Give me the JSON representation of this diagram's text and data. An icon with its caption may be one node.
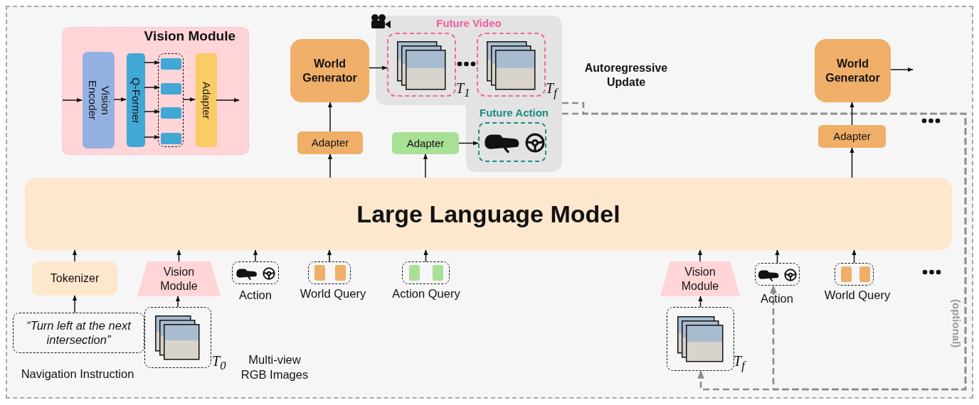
{
  "diagram": {
    "nodes": [
      {
        "text": [
          "Vision Module"
        ]
      },
      {
        "text": [
          "Vision Encoder"
        ],
        "in": 0
      },
      {
        "text": [
          "Q-Former"
        ],
        "in": 0
      },
      {
        "text": [],
        "shape": "box",
        "in": 0
      },
      {
        "text": [],
        "shape": "bar",
        "in": 3
      },
      {
        "text": [],
        "shape": "bar",
        "in": 3
      },
      {
        "text": [],
        "shape": "bar",
        "in": 3
      },
      {
        "text": [],
        "shape": "bar",
        "in": 3
      },
      {
        "text": [
          "Adapter"
        ],
        "in": 0
      },
      {
        "text": [
          "World Generator"
        ]
      },
      {
        "text": [
          "Future Video"
        ]
      },
      {
        "text": [],
        "shape": "picture",
        "in": 10,
        "beside": [
          "T$_{1}$"
        ]
      },
      {
        "text": [],
        "shape": "picture",
        "in": 10,
        "beside": [
          "T$_{f}$"
        ]
      },
      {
        "text": [
          "Future Action"
        ]
      },
      {
        "text": [],
        "shape": "picture",
        "in": 13
      },
      {
        "text": [
          "Adapter"
        ]
      },
      {
        "text": [
          "Adapter"
        ]
      },
      {
        "text": [
          "World Generator"
        ]
      },
      {
        "text": [
          "Adapter"
        ]
      },
      {
        "text": [
          "Large Language Model"
        ]
      },
      {
        "text": [
          "Tokenizer"
        ]
      },
      {
        "text": [
          "Vision Module"
        ]
      },
      {
        "text": [],
        "shape": "picture",
        "beside": [
          "Action"
        ]
      },
      {
        "text": [],
        "shape": "box",
        "beside": [
          "World Query"
        ]
      },
      {
        "text": [],
        "shape": "box",
        "beside": [
          "Action Query"
        ]
      },
      {
        "text": [
          "“Turn left at the next intersection”"
        ],
        "beside": [
          "Navigation Instruction"
        ]
      },
      {
        "text": [],
        "shape": "picture",
        "beside": [
          "T$_{0}$",
          "Multi-view RGB Images"
        ]
      },
      {
        "text": [
          "Vision Module"
        ]
      },
      {
        "text": [],
        "shape": "picture",
        "beside": [
          "Action"
        ]
      },
      {
        "text": [],
        "shape": "box",
        "beside": [
          "World Query"
        ]
      },
      {
        "text": [],
        "shape": "picture",
        "beside": [
          "T$_{f}$"
        ]
      }
    ],
    "edges": [
      {
        "from": null,
        "to": 1,
        "arrow": "to"
      },
      {
        "from": 1,
        "to": 2,
        "arrow": "to"
      },
      {
        "from": 2,
        "to": 4,
        "arrow": "to"
      },
      {
        "from": 2,
        "to": 5,
        "arrow": "to"
      },
      {
        "from": 2,
        "to": 6,
        "arrow": "to"
      },
      {
        "from": 2,
        "to": 7,
        "arrow": "to"
      },
      {
        "from": 3,
        "to": 8,
        "arrow": "to"
      },
      {
        "from": 8,
        "to": null,
        "arrow": "to"
      },
      {
        "from": 9,
        "to": 11,
        "arrow": "to"
      },
      {
        "from": 15,
        "to": 9,
        "arrow": "to"
      },
      {
        "from": 19,
        "to": 15,
        "arrow": "to"
      },
      {
        "from": 16,
        "to": 14,
        "arrow": "to"
      },
      {
        "from": 19,
        "to": 16,
        "arrow": "to"
      },
      {
        "from": 18,
        "to": 17,
        "arrow": "to"
      },
      {
        "from": 19,
        "to": 18,
        "arrow": "to"
      },
      {
        "from": 17,
        "to": null,
        "arrow": "to"
      },
      {
        "from": 20,
        "to": 19,
        "arrow": "to"
      },
      {
        "from": 25,
        "to": 20,
        "arrow": "to"
      },
      {
        "from": 21,
        "to": 19,
        "arrow": "to"
      },
      {
        "from": 26,
        "to": 21,
        "arrow": "to"
      },
      {
        "from": 22,
        "to": 19,
        "arrow": "to"
      },
      {
        "from": 23,
        "to": 19,
        "arrow": "to"
      },
      {
        "from": 24,
        "to": 19,
        "arrow": "to"
      },
      {
        "from": 27,
        "to": 19,
        "arrow": "to"
      },
      {
        "from": 30,
        "to": 27,
        "arrow": "to"
      },
      {
        "from": 28,
        "to": 19,
        "arrow": "to"
      },
      {
        "from": 29,
        "to": 19,
        "arrow": "to"
      },
      {
        "from": 10,
        "to": 30,
        "arrow": "to",
        "style": "dashed",
        "color": "#8c8c8c"
      },
      {
        "from": 13,
        "to": 28,
        "arrow": "to",
        "style": "dashed",
        "color": "#8c8c8c"
      }
    ],
    "labels": [
      "Autoregressive Update",
      "(optional)"
    ]
  }
}
